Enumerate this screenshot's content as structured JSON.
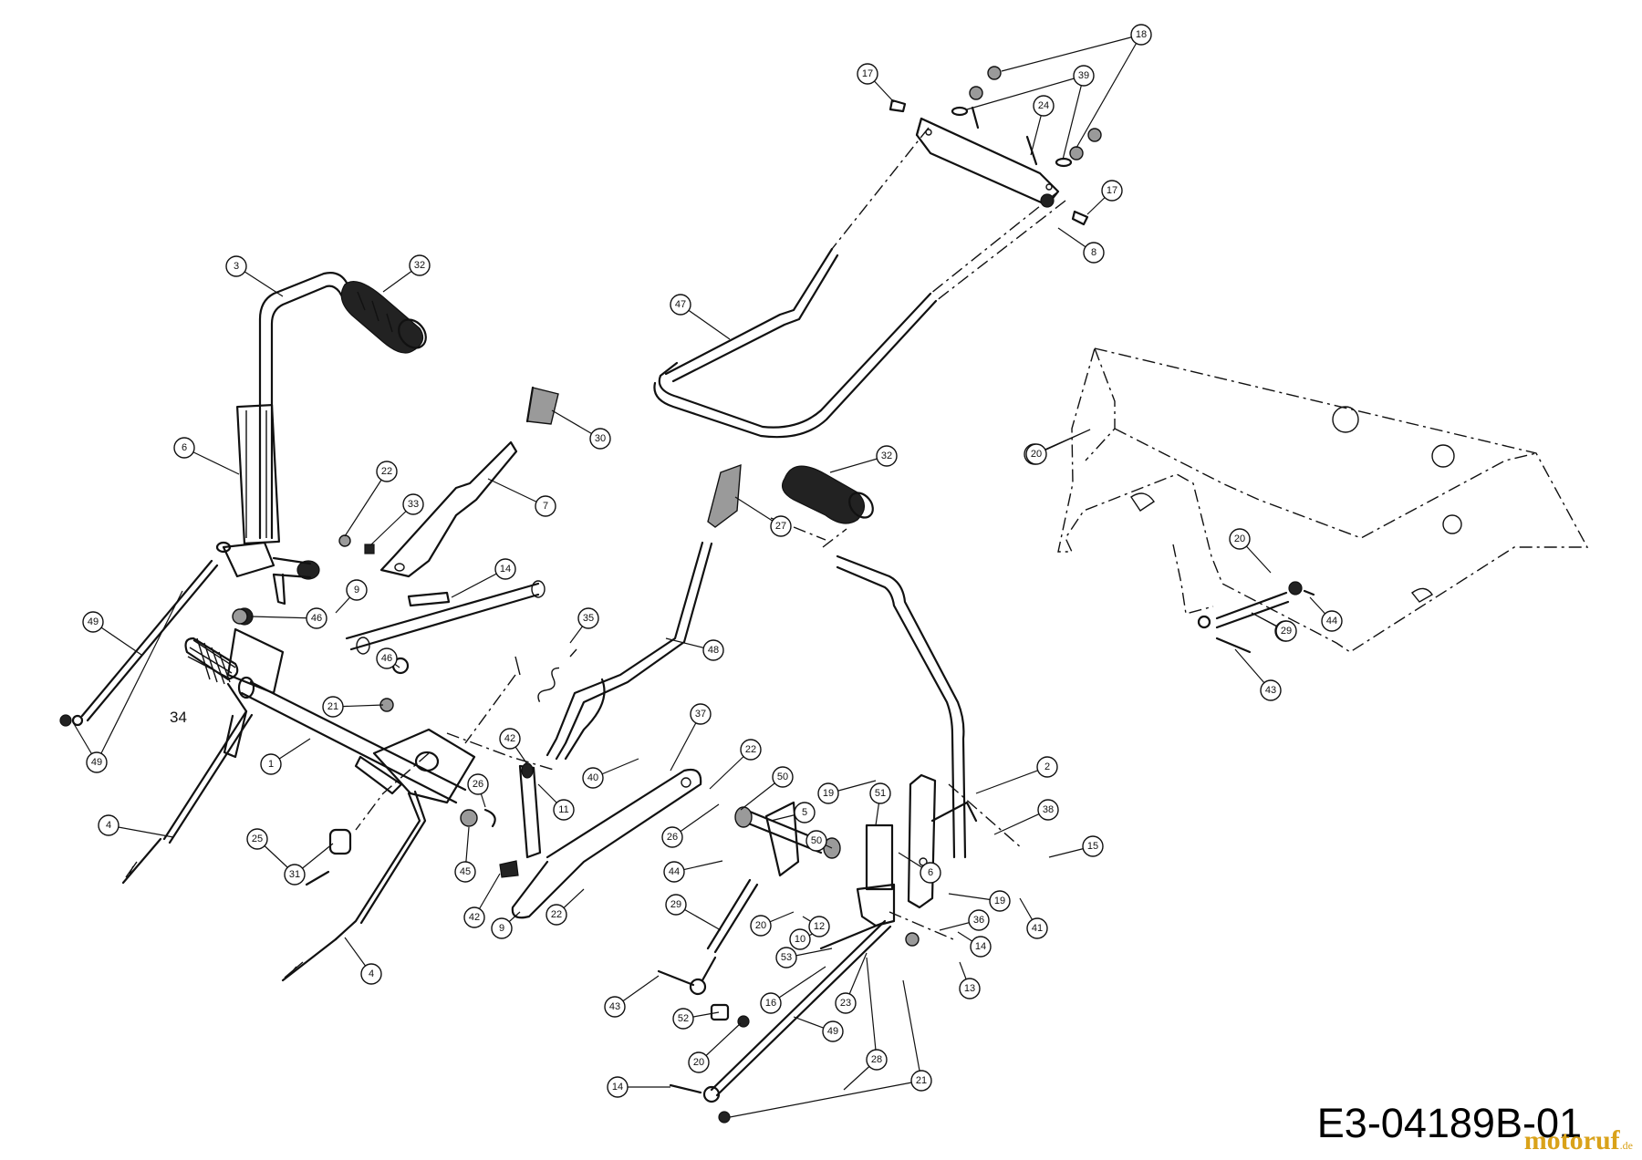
{
  "drawing_code": "E3-04189B-01",
  "watermark": {
    "name": "motoruf",
    "tld": ".de"
  },
  "plain_labels": [
    "34"
  ],
  "callouts": [
    "1",
    "2",
    "3",
    "4",
    "4",
    "5",
    "6",
    "6",
    "7",
    "8",
    "8",
    "9",
    "9",
    "10",
    "11",
    "12",
    "13",
    "14",
    "14",
    "14",
    "15",
    "16",
    "17",
    "17",
    "18",
    "19",
    "19",
    "20",
    "20",
    "20",
    "20",
    "20",
    "21",
    "21",
    "22",
    "22",
    "22",
    "23",
    "24",
    "25",
    "26",
    "26",
    "27",
    "28",
    "29",
    "29",
    "29",
    "30",
    "31",
    "32",
    "32",
    "33",
    "35",
    "36",
    "37",
    "38",
    "39",
    "40",
    "41",
    "42",
    "42",
    "43",
    "43",
    "44",
    "44",
    "45",
    "46",
    "46",
    "47",
    "48",
    "49",
    "49",
    "49",
    "50",
    "50",
    "51",
    "52",
    "53"
  ]
}
